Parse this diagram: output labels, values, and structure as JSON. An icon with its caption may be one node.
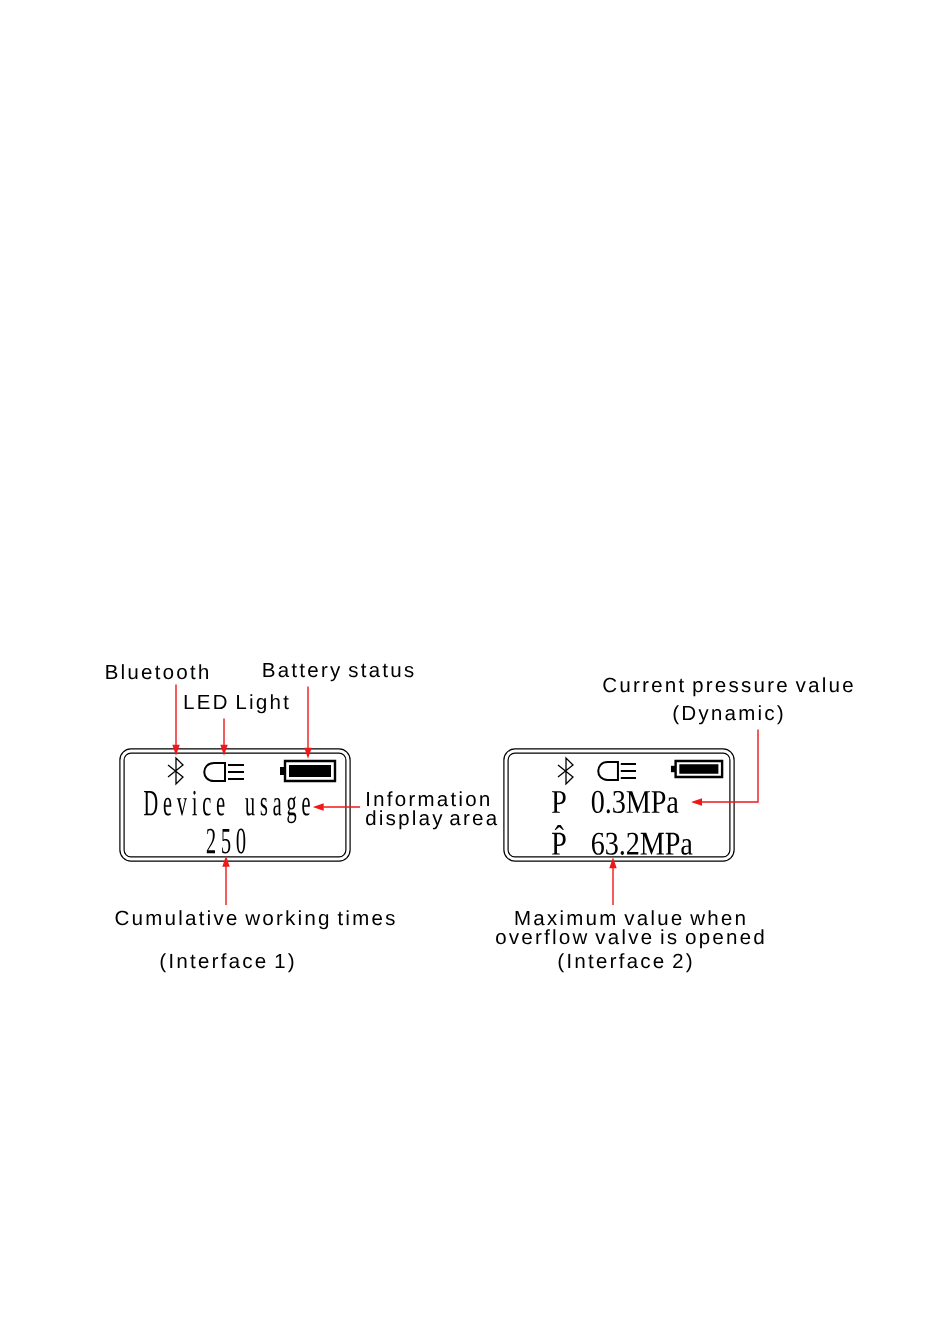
{
  "diagram": {
    "nodes": [
      {
        "text": [],
        "shape": "box"
      },
      {
        "text": [],
        "shape": "picture",
        "in": 0
      },
      {
        "text": [],
        "shape": "picture",
        "in": 0
      },
      {
        "text": [],
        "shape": "picture",
        "in": 0
      },
      {
        "text": [
          "Device usage"
        ],
        "in": 0
      },
      {
        "text": [
          "250"
        ],
        "in": 0
      },
      {
        "text": [
          "Bluetooth"
        ]
      },
      {
        "text": [
          "LED Light"
        ]
      },
      {
        "text": [
          "Battery status"
        ]
      },
      {
        "text": [
          "Information display area"
        ]
      },
      {
        "text": [
          "Cumulative working times"
        ]
      },
      {
        "text": [],
        "shape": "box"
      },
      {
        "text": [],
        "shape": "picture",
        "in": 11
      },
      {
        "text": [],
        "shape": "picture",
        "in": 11
      },
      {
        "text": [],
        "shape": "picture",
        "in": 11
      },
      {
        "text": [
          "P",
          "0.3MPa"
        ],
        "in": 11
      },
      {
        "text": [
          "P̂",
          "63.2MPa"
        ],
        "in": 11
      },
      {
        "text": [
          "Current pressure value (Dynamic)"
        ]
      },
      {
        "text": [
          "Maximum value when overflow valve is opened"
        ]
      }
    ],
    "edges": [
      {
        "from": 6,
        "to": 1,
        "arrow": "to"
      },
      {
        "from": 7,
        "to": 2,
        "arrow": "to"
      },
      {
        "from": 8,
        "to": 3,
        "arrow": "to"
      },
      {
        "from": 9,
        "to": 4,
        "arrow": "to"
      },
      {
        "from": 10,
        "to": 5,
        "arrow": "to"
      },
      {
        "from": 17,
        "to": 15,
        "arrow": "to"
      },
      {
        "from": 18,
        "to": 16,
        "arrow": "to"
      }
    ],
    "labels": [
      "(Interface 1)",
      "(Interface 2)"
    ]
  }
}
